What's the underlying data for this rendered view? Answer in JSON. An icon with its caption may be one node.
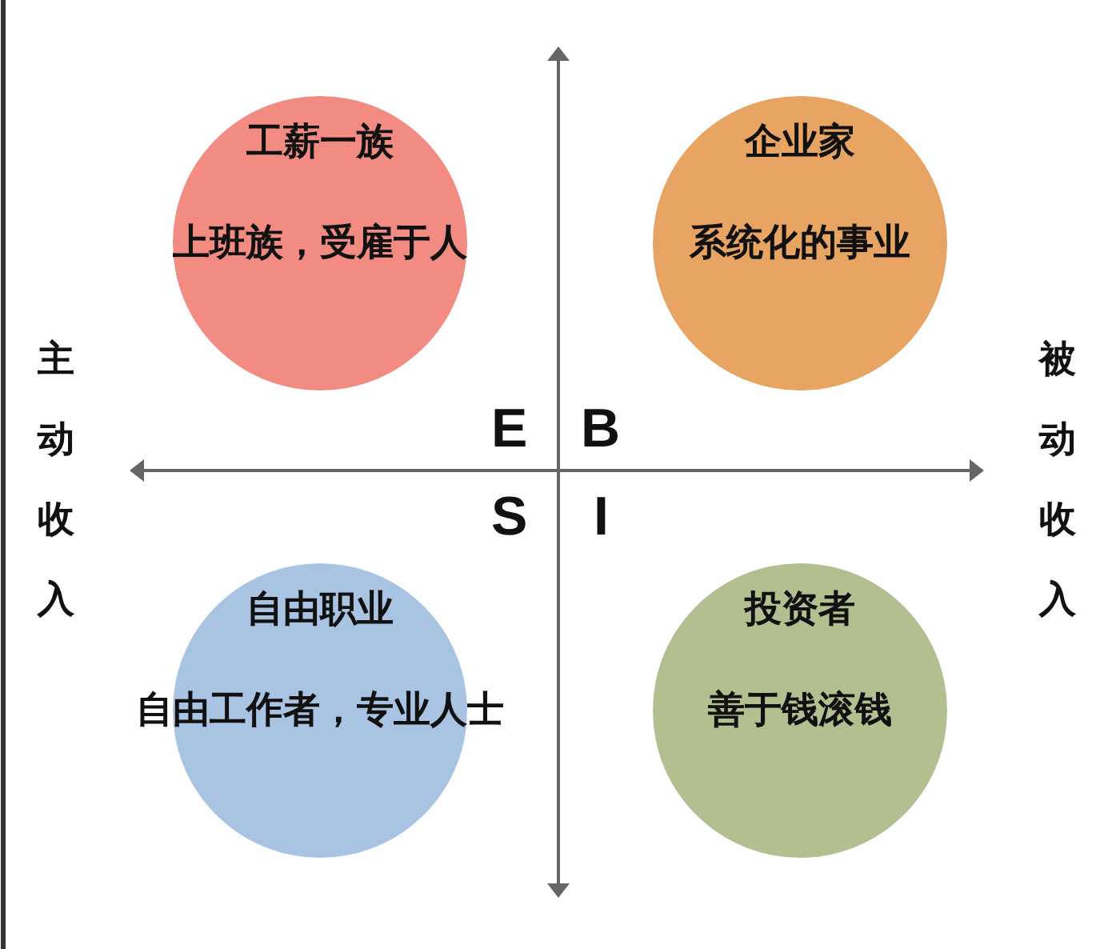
{
  "diagram": {
    "nodes": [
      {
        "text": [
          "工薪一族",
          "上班族，受雇于人"
        ]
      },
      {
        "text": [
          "企业家",
          "系统化的事业"
        ]
      },
      {
        "text": [
          "自由职业",
          "自由工作者，专业人士"
        ]
      },
      {
        "text": [
          "投资者",
          "善于钱滚钱"
        ]
      }
    ],
    "edges": [],
    "labels": [
      "主动收入",
      "被动收入",
      "E",
      "B",
      "S",
      "I"
    ]
  }
}
